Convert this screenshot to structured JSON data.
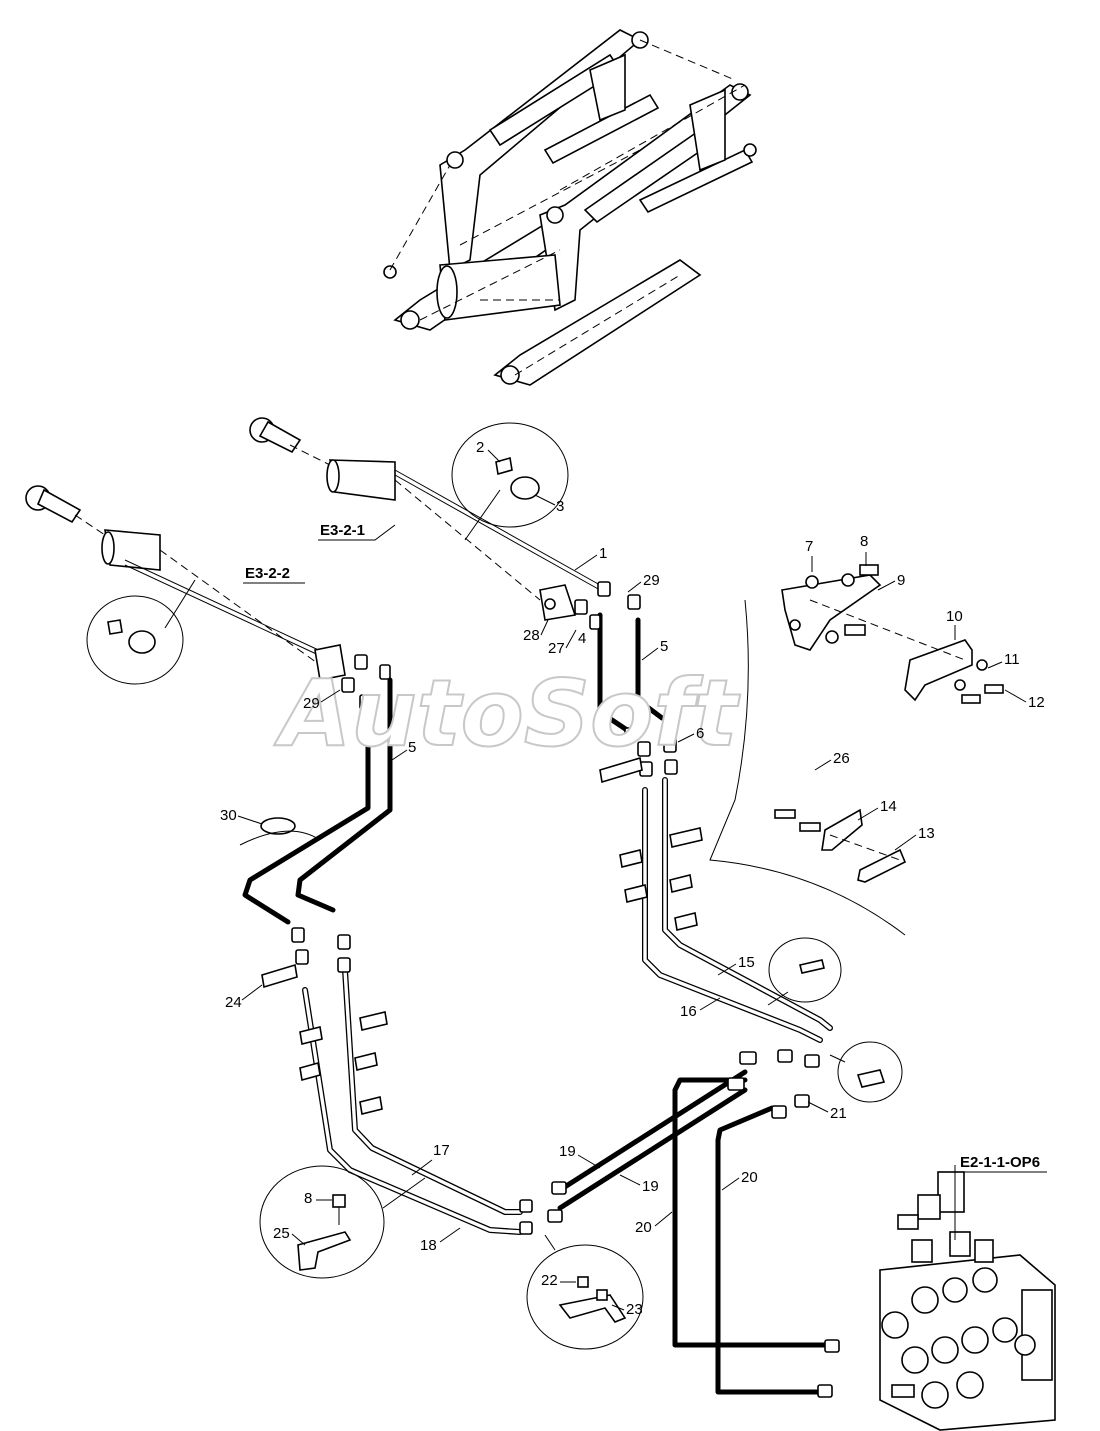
{
  "watermark": "AutoSoft",
  "references": {
    "e3_2_1": "E3-2-1",
    "e3_2_2": "E3-2-2",
    "e2_1_1": "E2-1-1-OP6"
  },
  "callouts": {
    "c1": "1",
    "c2": "2",
    "c3": "3",
    "c4": "4",
    "c5a": "5",
    "c5b": "5",
    "c6": "6",
    "c7": "7",
    "c8a": "8",
    "c8b": "8",
    "c9": "9",
    "c10": "10",
    "c11": "11",
    "c12": "12",
    "c13": "13",
    "c14": "14",
    "c15": "15",
    "c16": "16",
    "c17": "17",
    "c18": "18",
    "c19a": "19",
    "c19b": "19",
    "c20a": "20",
    "c20b": "20",
    "c21": "21",
    "c22": "22",
    "c23": "23",
    "c24": "24",
    "c25": "25",
    "c26": "26",
    "c27": "27",
    "c28": "28",
    "c29a": "29",
    "c29b": "29",
    "c30": "30"
  }
}
